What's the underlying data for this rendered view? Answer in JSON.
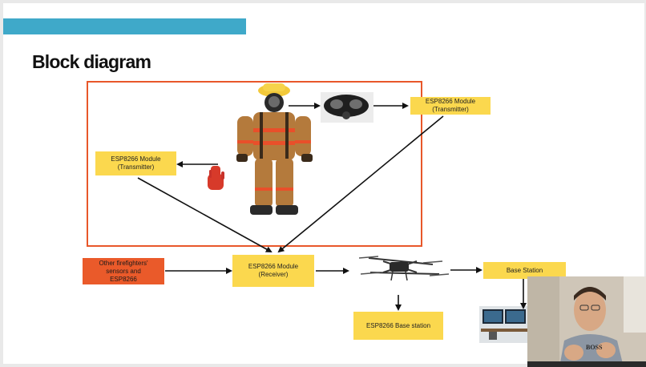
{
  "slide": {
    "title": "Block diagram",
    "colors": {
      "accent_bar": "#3fa9c9",
      "frame_border": "#e8572a",
      "module_box": "#fbd84e",
      "other_box": "#ea5a2a",
      "arrow": "#111111",
      "background": "#ffffff"
    }
  },
  "diagram": {
    "transmitter_top": "ESP8266 Module\n(Transmitter)",
    "transmitter_left": "ESP8266 Module\n(Transmitter)",
    "receiver": "ESP8266 Module\n(Receiver)",
    "other_sensors": "Other firefighters'\nsensors and\nESP8266",
    "base_station": "Base Station",
    "esp_base_station": "ESP8266 Base station",
    "icons": [
      "firefighter-image",
      "gas-mask-image",
      "glove-image",
      "drone-image",
      "computer-monitors-image"
    ]
  },
  "webcam": {
    "shirt_text": "BOSS"
  }
}
